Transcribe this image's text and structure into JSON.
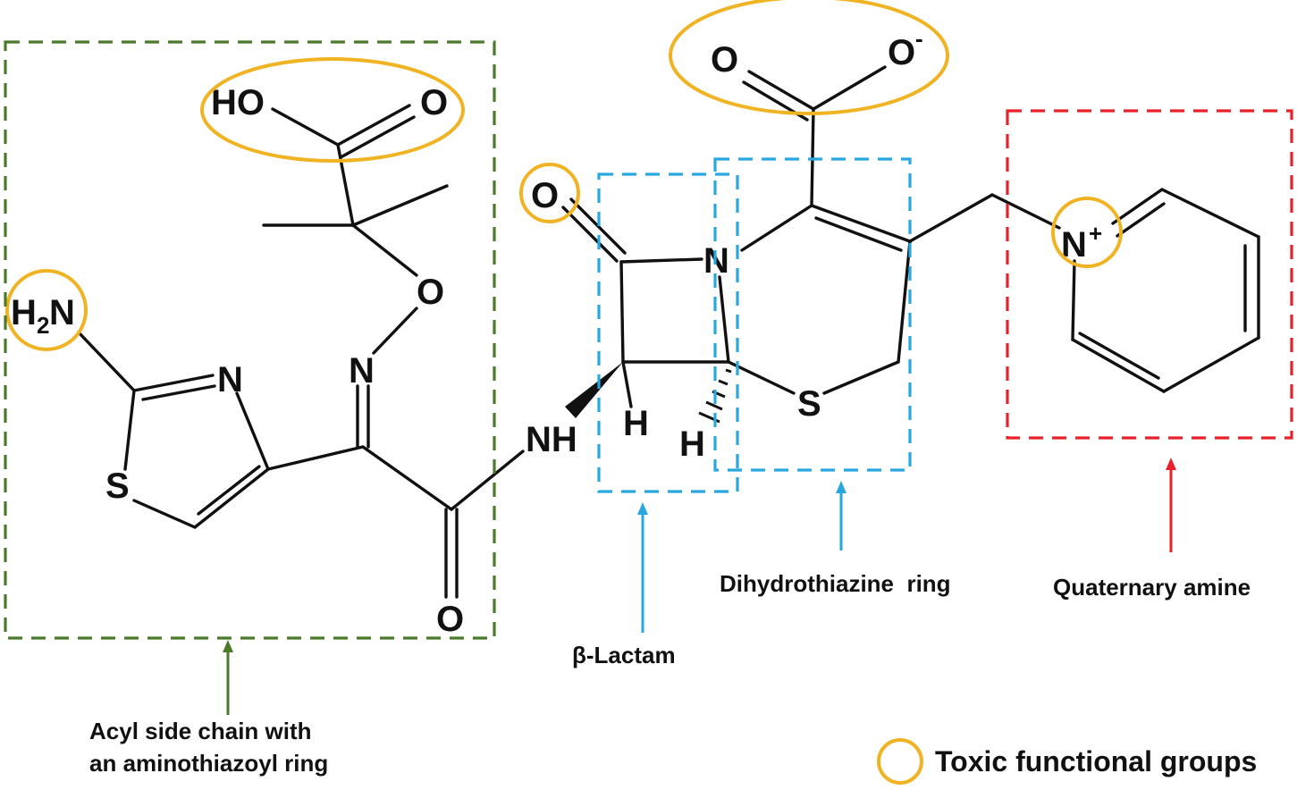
{
  "colors": {
    "toxic": "#f0b323",
    "acyl": "#4a7a2a",
    "core": "#29a8e0",
    "amine": "#e8202a",
    "ink": "#111111"
  },
  "atoms": {
    "ho": "HO",
    "o_acid": "O",
    "o_carbox": "O",
    "o_minus_sym": "O",
    "o_minus_charge": "-",
    "o_lactam": "O",
    "n_ring": "N",
    "h2n_h": "H",
    "h2n_2": "2",
    "h2n_n": "N",
    "n_thiazole": "N",
    "s_thiazole": "S",
    "o_ether": "O",
    "n_oxime": "N",
    "nh": "NH",
    "h_left": "H",
    "h_right": "H",
    "s_ring": "S",
    "o_amide": "O",
    "n_plus": "N",
    "n_plus_charge": "+"
  },
  "labels": {
    "acyl_line1": "Acyl side chain with",
    "acyl_line2": "an aminothiazoyl ring",
    "lactam": "β-Lactam",
    "dihydro": "Dihydrothiazine  ring",
    "quaternary": "Quaternary amine"
  },
  "legend": {
    "label": "Toxic functional groups",
    "icon": "circle-icon"
  }
}
